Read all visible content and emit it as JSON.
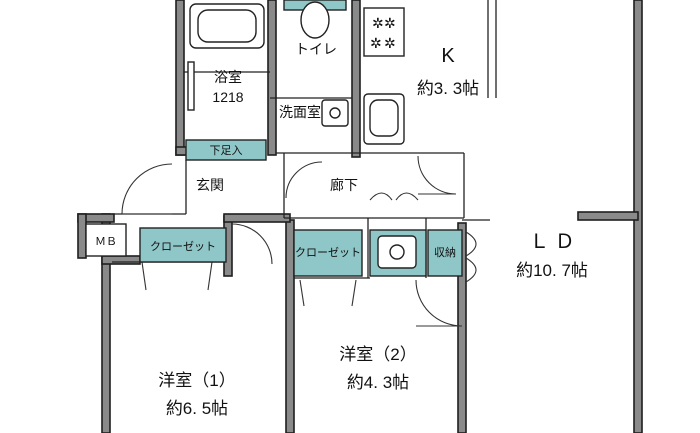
{
  "rooms": {
    "kitchen": {
      "name": "K",
      "area": "約3. 3帖"
    },
    "toilet": {
      "name": "トイレ"
    },
    "bath": {
      "name": "浴室",
      "size": "1218"
    },
    "washroom": {
      "name": "洗面室"
    },
    "shoe_storage": {
      "name": "下足入"
    },
    "entrance": {
      "name": "玄関"
    },
    "hallway": {
      "name": "廊下"
    },
    "meter_box": {
      "name": "ＭＢ"
    },
    "closet_1": {
      "name": "クローゼット"
    },
    "closet_2": {
      "name": "クローゼット"
    },
    "storage": {
      "name": "収納"
    },
    "living": {
      "name": "Ｌ Ｄ",
      "area": "約10. 7帖"
    },
    "western_2": {
      "name": "洋室（2）",
      "area": "約4. 3帖"
    },
    "western_1": {
      "name": "洋室（1）",
      "area": "約6. 5帖"
    }
  },
  "colors": {
    "wall": "#8a8a8a",
    "storage_fill": "#8fc6c7",
    "outline": "#1e1e1e"
  }
}
